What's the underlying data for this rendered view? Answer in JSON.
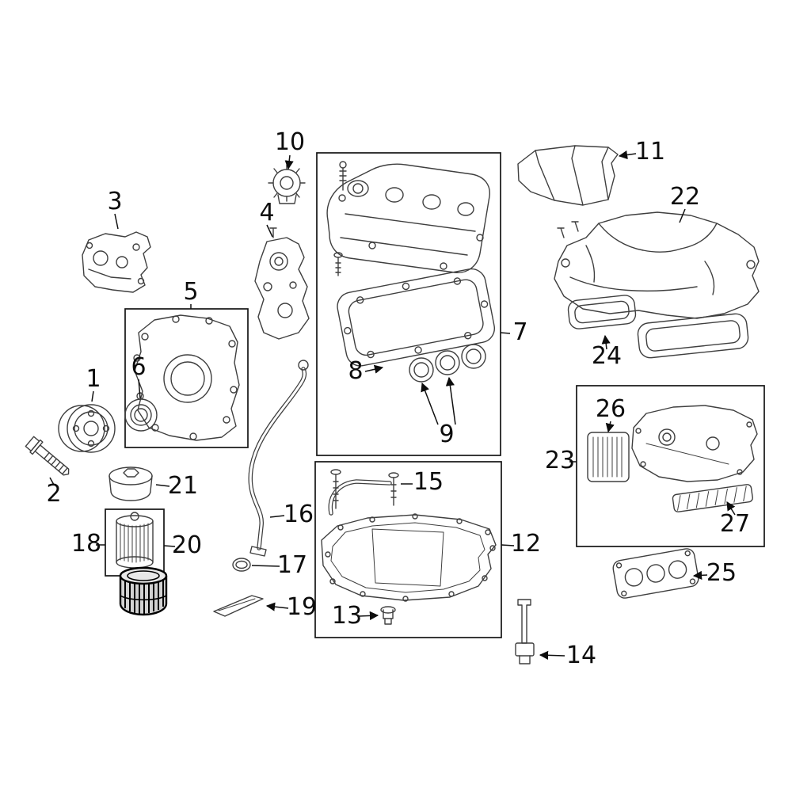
{
  "diagram": {
    "type": "exploded-parts-diagram",
    "background_color": "#ffffff",
    "line_color": "#3f3f3f",
    "outline_box_color": "#141414",
    "label_color": "#0d0d0d",
    "highlight": {
      "fill": "#d2d2d2",
      "stroke": "#000000"
    },
    "callouts": {
      "c1": {
        "label": "1"
      },
      "c2": {
        "label": "2"
      },
      "c3": {
        "label": "3"
      },
      "c4": {
        "label": "4"
      },
      "c5": {
        "label": "5"
      },
      "c6": {
        "label": "6"
      },
      "c7": {
        "label": "7"
      },
      "c8": {
        "label": "8"
      },
      "c9": {
        "label": "9"
      },
      "c10": {
        "label": "10"
      },
      "c11": {
        "label": "11"
      },
      "c12": {
        "label": "12"
      },
      "c13": {
        "label": "13"
      },
      "c14": {
        "label": "14"
      },
      "c15": {
        "label": "15"
      },
      "c16": {
        "label": "16"
      },
      "c17": {
        "label": "17"
      },
      "c18": {
        "label": "18"
      },
      "c19": {
        "label": "19"
      },
      "c20": {
        "label": "20"
      },
      "c21": {
        "label": "21"
      },
      "c22": {
        "label": "22"
      },
      "c23": {
        "label": "23"
      },
      "c24": {
        "label": "24"
      },
      "c25": {
        "label": "25"
      },
      "c26": {
        "label": "26"
      },
      "c27": {
        "label": "27"
      }
    }
  }
}
